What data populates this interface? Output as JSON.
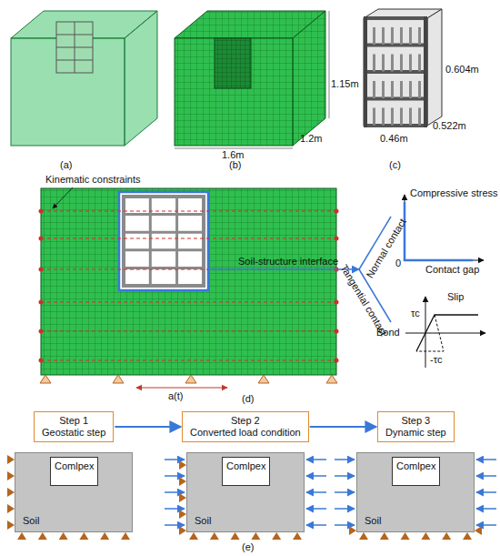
{
  "diagram": {
    "nodes": [
      {
        "text": [
          "Step 1",
          "Geostatic step"
        ]
      },
      {
        "text": [
          "Step 2",
          "Converted load condition"
        ]
      },
      {
        "text": [
          "Step 3",
          "Dynamic step"
        ]
      },
      {
        "text": [
          "Soil"
        ]
      },
      {
        "text": [
          "Comlpex"
        ],
        "in": 3
      },
      {
        "text": [
          "Soil"
        ]
      },
      {
        "text": [
          "Comlpex"
        ],
        "in": 5
      },
      {
        "text": [
          "Soil"
        ]
      },
      {
        "text": [
          "Comlpex"
        ],
        "in": 7
      }
    ],
    "edges": [
      {
        "from": 0,
        "to": 1,
        "arrow": "to"
      },
      {
        "from": 1,
        "to": 2,
        "arrow": "to"
      }
    ],
    "labels": [
      "1.15m",
      "1.6m",
      "1.2m",
      "0.604m",
      "0.46m",
      "0.522m",
      "(a)",
      "(b)",
      "(c)",
      "Kinematic constraints",
      "Soil-structure interface",
      "Normal contact",
      "Tangential contact",
      "Compressive stress",
      "Contact gap",
      "0",
      "τc",
      "Slip",
      "Bond",
      "-τc",
      "a(t)",
      "(d)",
      "(e)"
    ]
  }
}
